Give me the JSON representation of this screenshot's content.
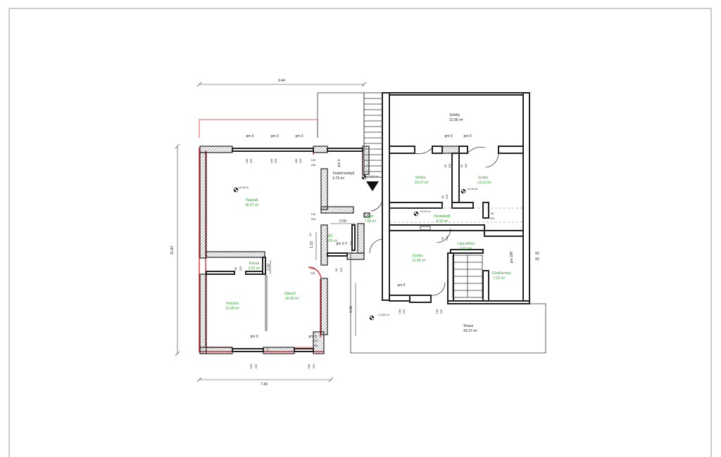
{
  "rooms": [
    {
      "name": "Nappali",
      "area": "36.67 m²"
    },
    {
      "name": "Kamra",
      "area": "3.20 m²"
    },
    {
      "name": "Konyha",
      "area": "12.48 m²"
    },
    {
      "name": "Étkező",
      "area": "16.96 m²"
    },
    {
      "name": "Fedett belépő",
      "area": "5.70 m²"
    },
    {
      "name": "Előtér",
      "area": "7.83 m²"
    },
    {
      "name": "WC",
      "area": "2.09 m²"
    },
    {
      "name": "Erkély",
      "area": "22.96 m²"
    },
    {
      "name": "Szoba",
      "area": "10.37 m²"
    },
    {
      "name": "Szoba",
      "area": "13.23 m²"
    },
    {
      "name": "Közlekedő",
      "area": "6.23 m²"
    },
    {
      "name": "Lépcsőház",
      "area": "6.62 m²"
    },
    {
      "name": "Szoba",
      "area": "11.99 m²"
    },
    {
      "name": "Fürdőszoba",
      "area": "7.52 m²"
    },
    {
      "name": "Terasz",
      "area": "43.37 m²"
    }
  ],
  "dimensions": {
    "top_width": "9.44",
    "bottom_width": "7.40",
    "left_height": "11.84",
    "right_5_30": "5.30",
    "d_2_00": "2.00",
    "d_1_10": "1.10",
    "d_1_00": "1.00",
    "d_60a": "60",
    "d_60b": "60"
  },
  "levels": {
    "l1": "±0.00 m",
    "l2": "-0.020 m",
    "l3": "±0.00 m",
    "l4": "±0.00 m",
    "l5": "-0.020 m"
  },
  "openings": {
    "pm0": "pm 0",
    "pm200": "pm 200",
    "v180": "180",
    "v225": "225",
    "v100": "100",
    "v220": "220",
    "v80": "80",
    "v90": "90",
    "v240": "240",
    "v210": "210",
    "v70": "70",
    "v20": "20"
  }
}
